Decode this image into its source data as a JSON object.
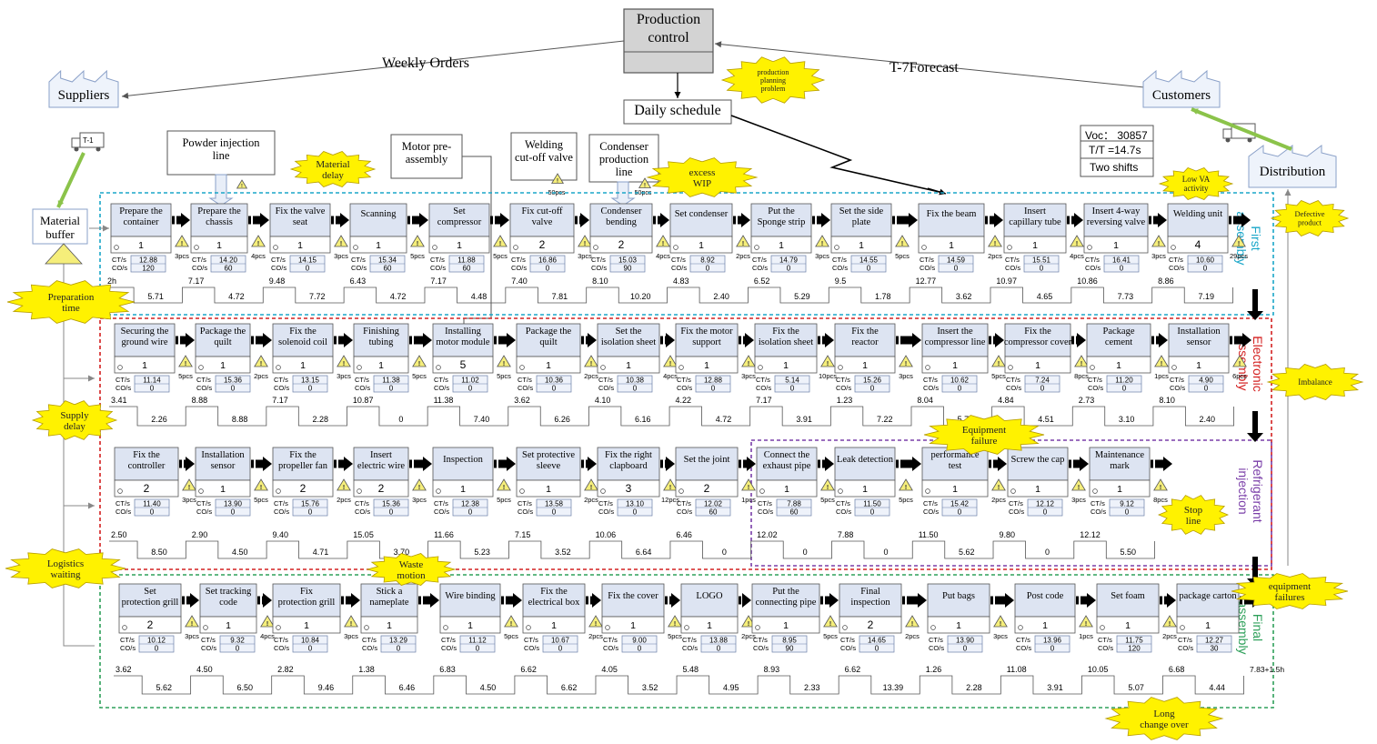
{
  "header": {
    "production_control": [
      "Production",
      "control"
    ],
    "weekly_orders": "Weekly Orders",
    "forecast": "T-7Forecast",
    "daily_schedule": "Daily schedule",
    "suppliers": "Suppliers",
    "customers": "Customers",
    "distribution": "Distribution",
    "material_buffer": [
      "Material",
      "buffer"
    ],
    "truck_label": "T-1",
    "voc": "Voc： 30857",
    "tt": "T/T =14.7s",
    "shifts": "Two shifts"
  },
  "side_processes": [
    {
      "label": [
        "Powder injection",
        "line"
      ]
    },
    {
      "label": [
        "Motor pre-",
        "assembly"
      ]
    },
    {
      "label": [
        "Welding",
        "cut-off valve"
      ]
    },
    {
      "label": [
        "Condenser",
        "production",
        "line"
      ]
    }
  ],
  "side_inventory": [
    "50pcs",
    "50pcs"
  ],
  "section_titles": [
    [
      "First",
      "assembly"
    ],
    [
      "Electronic",
      "assembly"
    ],
    [
      "Refrigerant",
      "injection"
    ],
    [
      "Final",
      "assembly"
    ]
  ],
  "rows": [
    {
      "processes": [
        {
          "name": [
            "Prepare the",
            "container"
          ],
          "op": "1",
          "ct": "12.88",
          "co": "120"
        },
        {
          "name": [
            "Prepare the",
            "chassis"
          ],
          "op": "1",
          "ct": "14.20",
          "co": "60"
        },
        {
          "name": [
            "Fix the valve",
            "seat"
          ],
          "op": "1",
          "ct": "14.15",
          "co": "0"
        },
        {
          "name": [
            "Scanning"
          ],
          "op": "1",
          "ct": "15.34",
          "co": "60"
        },
        {
          "name": [
            "Set",
            "compressor"
          ],
          "op": "1",
          "ct": "11.88",
          "co": "60"
        },
        {
          "name": [
            "Fix cut-off",
            "valve"
          ],
          "op": "2",
          "ct": "16.86",
          "co": "0"
        },
        {
          "name": [
            "Condenser",
            "bending"
          ],
          "op": "2",
          "ct": "15.03",
          "co": "90"
        },
        {
          "name": [
            "Set condenser"
          ],
          "op": "1",
          "ct": "8.92",
          "co": "0"
        },
        {
          "name": [
            "Put the",
            "Sponge strip"
          ],
          "op": "1",
          "ct": "14.79",
          "co": "0"
        },
        {
          "name": [
            "Set the side",
            "plate"
          ],
          "op": "1",
          "ct": "14.55",
          "co": "0"
        },
        {
          "name": [
            "Fix the beam"
          ],
          "op": "1",
          "ct": "14.59",
          "co": "0"
        },
        {
          "name": [
            "Insert",
            "capillary tube"
          ],
          "op": "1",
          "ct": "15.51",
          "co": "0"
        },
        {
          "name": [
            "Insert 4-way",
            "reversing valve"
          ],
          "op": "1",
          "ct": "16.41",
          "co": "0"
        },
        {
          "name": [
            "Welding unit"
          ],
          "op": "4",
          "ct": "10.60",
          "co": "0"
        }
      ],
      "inventory": [
        "3pcs",
        "4pcs",
        "3pcs",
        "5pcs",
        "5pcs",
        "3pcs",
        "4pcs",
        "2pcs",
        "3pcs",
        "5pcs",
        "2pcs",
        "4pcs",
        "3pcs",
        "29pcs"
      ],
      "timeline_top": [
        "2h",
        "7.17",
        "9.48",
        "6.43",
        "7.17",
        "7.40",
        "8.10",
        "4.83",
        "6.52",
        "9.5",
        "12.77",
        "10.97",
        "10.86",
        "8.86"
      ],
      "timeline_bottom": [
        "5.71",
        "4.72",
        "7.72",
        "4.72",
        "4.48",
        "7.81",
        "10.20",
        "2.40",
        "5.29",
        "1.78",
        "3.62",
        "4.65",
        "7.73",
        "7.19"
      ]
    },
    {
      "processes": [
        {
          "name": [
            "Securing the",
            "ground wire"
          ],
          "op": "1",
          "ct": "11.14",
          "co": "0"
        },
        {
          "name": [
            "Package the",
            "quilt"
          ],
          "op": "1",
          "ct": "15.36",
          "co": "0"
        },
        {
          "name": [
            "Fix the",
            "solenoid coil"
          ],
          "op": "1",
          "ct": "13.15",
          "co": "0"
        },
        {
          "name": [
            "Finishing",
            "tubing"
          ],
          "op": "1",
          "ct": "11.38",
          "co": "0"
        },
        {
          "name": [
            "Installing",
            "motor module"
          ],
          "op": "5",
          "ct": "11.02",
          "co": "0"
        },
        {
          "name": [
            "Package the",
            "quilt"
          ],
          "op": "1",
          "ct": "10.36",
          "co": "0"
        },
        {
          "name": [
            "Set the",
            "isolation sheet"
          ],
          "op": "1",
          "ct": "10.38",
          "co": "0"
        },
        {
          "name": [
            "Fix the motor",
            "support"
          ],
          "op": "1",
          "ct": "12.88",
          "co": "0"
        },
        {
          "name": [
            "Fix the",
            "isolation sheet"
          ],
          "op": "1",
          "ct": "5.14",
          "co": "0"
        },
        {
          "name": [
            "Fix the",
            "reactor"
          ],
          "op": "1",
          "ct": "15.26",
          "co": "0"
        },
        {
          "name": [
            "Insert the",
            "compressor line"
          ],
          "op": "1",
          "ct": "10.62",
          "co": "0"
        },
        {
          "name": [
            "Fix the",
            "compressor cover"
          ],
          "op": "1",
          "ct": "7.24",
          "co": "0"
        },
        {
          "name": [
            "Package",
            "cement"
          ],
          "op": "1",
          "ct": "11.20",
          "co": "0"
        },
        {
          "name": [
            "Installation",
            "sensor"
          ],
          "op": "1",
          "ct": "4.90",
          "co": "0"
        }
      ],
      "inventory": [
        "5pcs",
        "2pcs",
        "3pcs",
        "5pcs",
        "5pcs",
        "2pcs",
        "4pcs",
        "3pcs",
        "10pcs",
        "3pcs",
        "5pcs",
        "8pcs",
        "1pcs",
        "6pcs"
      ],
      "timeline_top": [
        "3.41",
        "8.88",
        "7.17",
        "10.87",
        "11.38",
        "3.62",
        "4.10",
        "4.22",
        "7.17",
        "1.23",
        "8.04",
        "4.84",
        "2.73",
        "8.10"
      ],
      "timeline_bottom": [
        "2.26",
        "8.88",
        "2.28",
        "0",
        "7.40",
        "6.26",
        "6.16",
        "4.72",
        "3.91",
        "7.22",
        "5.78",
        "4.51",
        "3.10",
        "2.40"
      ]
    },
    {
      "processes": [
        {
          "name": [
            "Fix the",
            "controller"
          ],
          "op": "2",
          "ct": "11.40",
          "co": "0"
        },
        {
          "name": [
            "Installation",
            "sensor"
          ],
          "op": "1",
          "ct": "13.90",
          "co": "0"
        },
        {
          "name": [
            "Fix the",
            "propeller fan"
          ],
          "op": "2",
          "ct": "15.76",
          "co": "0"
        },
        {
          "name": [
            "Insert",
            "electric wire"
          ],
          "op": "2",
          "ct": "15.36",
          "co": "0"
        },
        {
          "name": [
            "Inspection"
          ],
          "op": "1",
          "ct": "12.38",
          "co": "0"
        },
        {
          "name": [
            "Set protective",
            "sleeve"
          ],
          "op": "1",
          "ct": "13.58",
          "co": "0"
        },
        {
          "name": [
            "Fix the right",
            "clapboard"
          ],
          "op": "3",
          "ct": "13.10",
          "co": "0"
        },
        {
          "name": [
            "Set the joint"
          ],
          "op": "2",
          "ct": "12.02",
          "co": "60"
        },
        {
          "name": [
            "Connect the",
            "exhaust pipe"
          ],
          "op": "1",
          "ct": "7.88",
          "co": "60"
        },
        {
          "name": [
            "Leak detection"
          ],
          "op": "1",
          "ct": "11.50",
          "co": "0"
        },
        {
          "name": [
            "performance",
            "test"
          ],
          "op": "1",
          "ct": "15.42",
          "co": "0"
        },
        {
          "name": [
            "Screw the cap"
          ],
          "op": "1",
          "ct": "12.12",
          "co": "0"
        },
        {
          "name": [
            "Maintenance",
            "mark"
          ],
          "op": "1",
          "ct": "9.12",
          "co": "0"
        }
      ],
      "inventory": [
        "3pcs",
        "5pcs",
        "2pcs",
        "3pcs",
        "5pcs",
        "2pcs",
        "12pcs",
        "1pcs",
        "5pcs",
        "5pcs",
        "2pcs",
        "3pcs",
        "8pcs"
      ],
      "timeline_top": [
        "2.50",
        "2.90",
        "9.40",
        "15.05",
        "11.66",
        "7.15",
        "10.06",
        "6.46",
        "12.02",
        "7.88",
        "11.50",
        "9.80",
        "12.12"
      ],
      "timeline_bottom": [
        "8.50",
        "4.50",
        "4.71",
        "3.70",
        "5.23",
        "3.52",
        "6.64",
        "0",
        "0",
        "0",
        "5.62",
        "0",
        "5.50"
      ]
    },
    {
      "processes": [
        {
          "name": [
            "Set",
            "protection grill"
          ],
          "op": "2",
          "ct": "10.12",
          "co": "0"
        },
        {
          "name": [
            "Set tracking",
            "code"
          ],
          "op": "1",
          "ct": "9.32",
          "co": "0"
        },
        {
          "name": [
            "Fix",
            "protection grill"
          ],
          "op": "1",
          "ct": "10.84",
          "co": "0"
        },
        {
          "name": [
            "Stick a",
            "nameplate"
          ],
          "op": "1",
          "ct": "13.29",
          "co": "0"
        },
        {
          "name": [
            "Wire binding"
          ],
          "op": "1",
          "ct": "11.12",
          "co": "0"
        },
        {
          "name": [
            "Fix the",
            "electrical box"
          ],
          "op": "1",
          "ct": "10.67",
          "co": "0"
        },
        {
          "name": [
            "Fix the cover"
          ],
          "op": "1",
          "ct": "9.00",
          "co": "0"
        },
        {
          "name": [
            "LOGO"
          ],
          "op": "1",
          "ct": "13.88",
          "co": "0"
        },
        {
          "name": [
            "Put the",
            "connecting pipe"
          ],
          "op": "1",
          "ct": "8.95",
          "co": "90"
        },
        {
          "name": [
            "Final",
            "inspection"
          ],
          "op": "2",
          "ct": "14.65",
          "co": "0"
        },
        {
          "name": [
            "Put bags"
          ],
          "op": "1",
          "ct": "13.90",
          "co": "0"
        },
        {
          "name": [
            "Post code"
          ],
          "op": "1",
          "ct": "13.96",
          "co": "0"
        },
        {
          "name": [
            "Set foam"
          ],
          "op": "1",
          "ct": "11.75",
          "co": "120"
        },
        {
          "name": [
            "package carton"
          ],
          "op": "1",
          "ct": "12.27",
          "co": "30"
        }
      ],
      "inventory": [
        "3pcs",
        "4pcs",
        "3pcs",
        "",
        "5pcs",
        "2pcs",
        "5pcs",
        "2pcs",
        "5pcs",
        "2pcs",
        "3pcs",
        "1pcs",
        "2pcs",
        ""
      ],
      "timeline_top": [
        "3.62",
        "4.50",
        "2.82",
        "1.38",
        "6.83",
        "6.62",
        "4.05",
        "5.48",
        "8.93",
        "6.62",
        "1.26",
        "11.08",
        "10.05",
        "6.68",
        "7.83+1.5h"
      ],
      "timeline_bottom": [
        "5.62",
        "6.50",
        "9.46",
        "6.46",
        "4.50",
        "6.62",
        "3.52",
        "4.95",
        "2.33",
        "13.39",
        "2.28",
        "3.91",
        "5.07",
        "4.44"
      ]
    }
  ],
  "kaizen": [
    "production planning problem",
    "Material delay",
    "excess WIP",
    "Low VA activity",
    "Defective product",
    "Preparation time",
    "Imbalance",
    "Supply delay",
    "Equipment failure",
    "Stop line",
    "Logistics waiting",
    "Waste motion",
    "equipment failures",
    "Long change over"
  ],
  "colors": {
    "first": "#1aa6c8",
    "electronic": "#d42020",
    "refrigerant": "#7a3ea8",
    "final": "#2ea05a",
    "burst": "#fff200",
    "process_fill": "#dde4f2",
    "triangle": "#f5ee7a",
    "arrow_green": "#8bc34a"
  }
}
